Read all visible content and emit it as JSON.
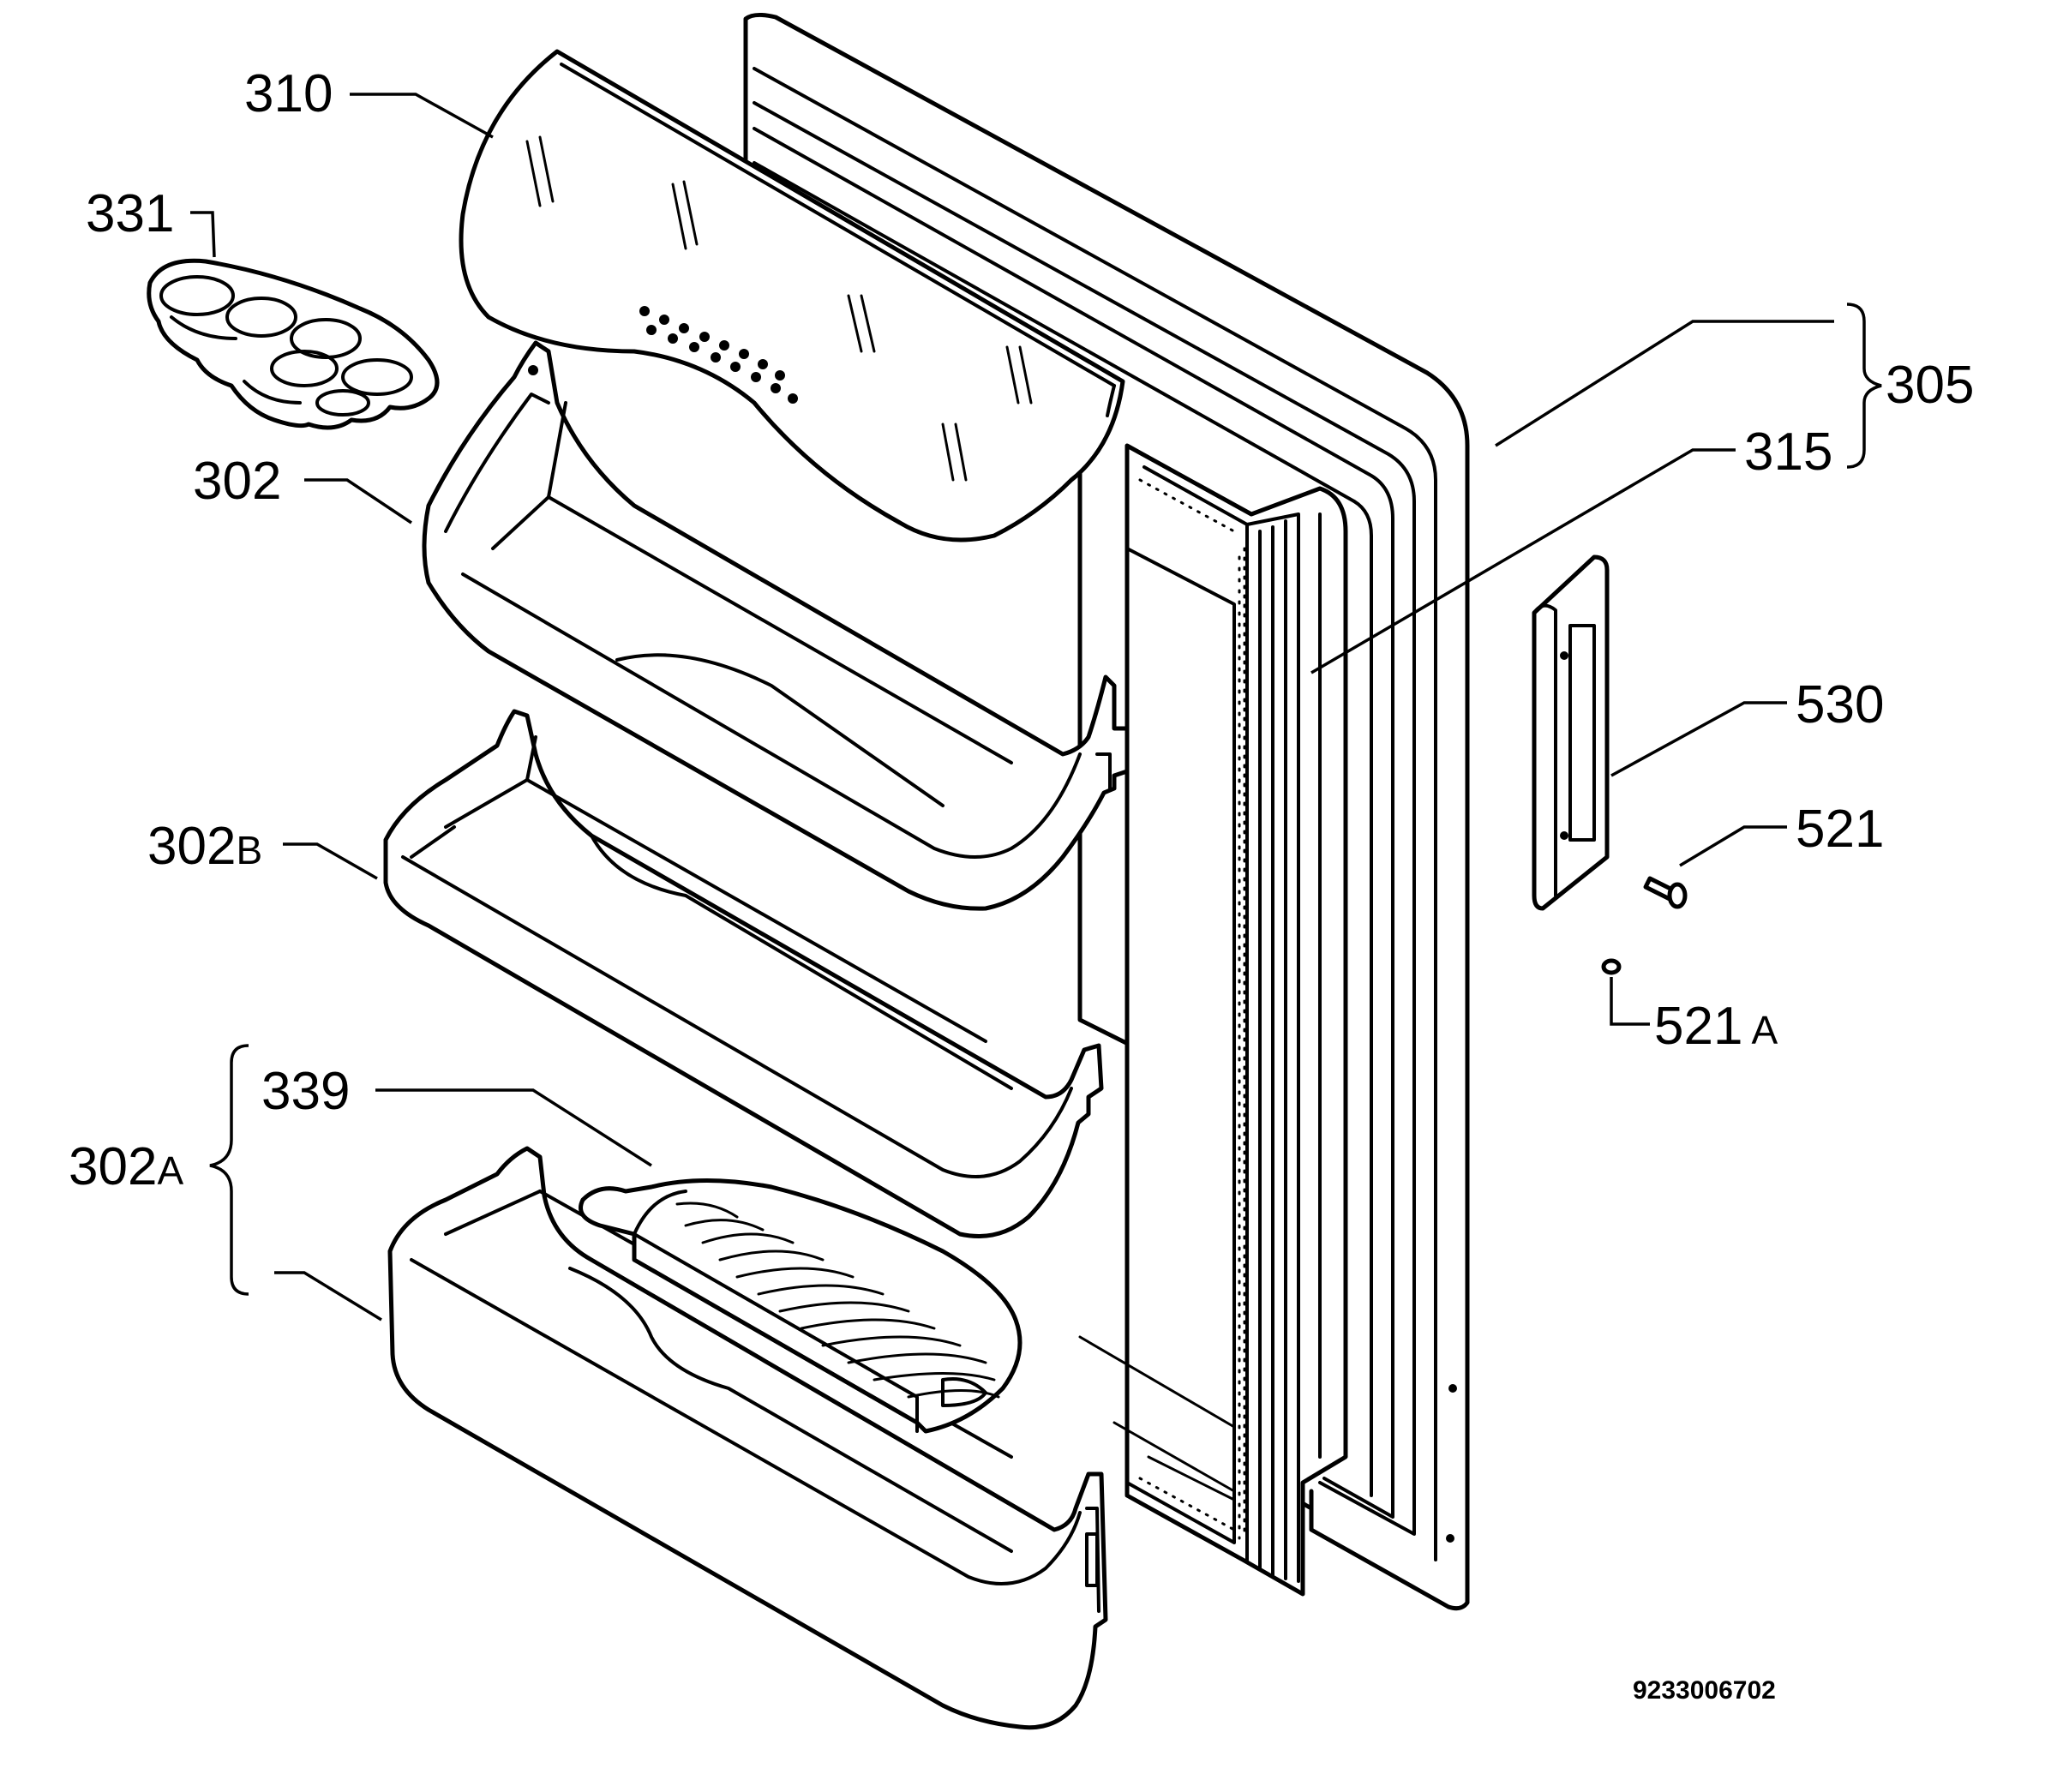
{
  "labels": {
    "p310": "310",
    "p331": "331",
    "p302": "302",
    "p302b_num": "302",
    "p302b_suffix": "B",
    "p339": "339",
    "p302a_num": "302",
    "p302a_suffix": "A",
    "p305": "305",
    "p315": "315",
    "p530": "530",
    "p521": "521",
    "p521a_num": "521",
    "p521a_suffix": "A"
  },
  "drawing_code": "9233006702",
  "colors": {
    "ink": "#000000",
    "paper": "#ffffff"
  }
}
